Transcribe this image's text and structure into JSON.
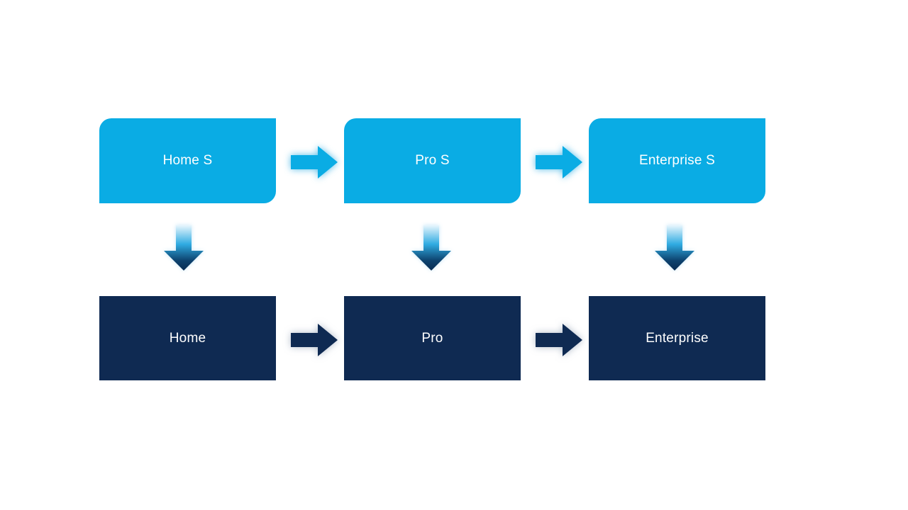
{
  "colors": {
    "bg": "#FFFFFF",
    "blue": "#0AACE4",
    "navy": "#0F2A52",
    "label_text": "#FFFFFF",
    "glow_blue": "#29ABE2CC",
    "glow_gray": "#64789680",
    "glow_soft": "#82C8F073",
    "down_top": "#E8F6FD",
    "down_mid": "#2FABE1",
    "down_low": "#0D426E",
    "down_tip": "#082B52"
  },
  "icons": {
    "right_arrow": "➡",
    "down_arrow": "⬇"
  },
  "diagram": {
    "top_row": [
      {
        "label": "Home S"
      },
      {
        "label": "Pro S"
      },
      {
        "label": "Enterprise S"
      }
    ],
    "bottom_row": [
      {
        "label": "Home"
      },
      {
        "label": "Pro"
      },
      {
        "label": "Enterprise"
      }
    ]
  }
}
